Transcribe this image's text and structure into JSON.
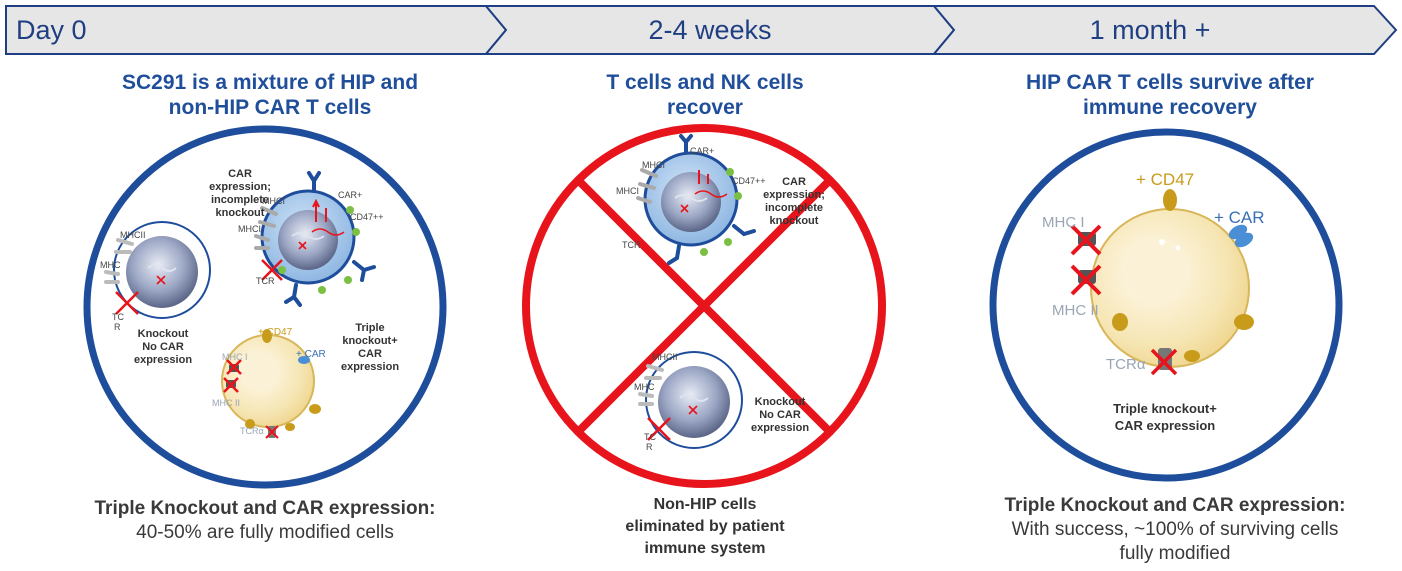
{
  "phases": [
    {
      "label": "Day 0"
    },
    {
      "label": "2-4 weeks"
    },
    {
      "label": "1 month +"
    }
  ],
  "panel1": {
    "title_line1": "SC291 is a mixture of HIP and",
    "title_line2": "non-HIP CAR T cells",
    "cell_car": {
      "l1": "CAR",
      "l2": "expression;",
      "l3": "incomplete",
      "l4": "knockout",
      "car": "CAR+",
      "cd47": "CD47++",
      "mhci": "MHCI",
      "mhcii": "MHCI",
      "tcr": "TCR"
    },
    "cell_ko": {
      "l1": "Knockout",
      "l2": "No CAR",
      "l3": "expression",
      "mhcii": "MHCII",
      "mhc": "MHC",
      "tc": "TC",
      "r": "R"
    },
    "cell_hip": {
      "l1": "Triple",
      "l2": "knockout+",
      "l3": "CAR",
      "l4": "expression",
      "cd47": "+ CD47",
      "car": "+ CAR",
      "mhci": "MHC I",
      "mhcii": "MHC II",
      "tcr": "TCRα"
    },
    "bottom_bold": "Triple Knockout and CAR expression:",
    "bottom": "40-50% are fully modified cells"
  },
  "panel2": {
    "title_line1": "T cells and NK cells",
    "title_line2": "recover",
    "cell_car": {
      "l1": "CAR",
      "l2": "expression;",
      "l3": "incomplete",
      "l4": "knockout",
      "car": "CAR+",
      "cd47": "CD47++",
      "mhci": "MHCI",
      "mhcii": "MHCI",
      "tcr": "TCR"
    },
    "cell_ko": {
      "l1": "Knockout",
      "l2": "No CAR",
      "l3": "expression",
      "mhcii": "MHCII",
      "mhc": "MHC",
      "tc": "TC",
      "r": "R"
    },
    "bottom_l1": "Non-HIP cells",
    "bottom_l2": "eliminated by patient",
    "bottom_l3": "immune system"
  },
  "panel3": {
    "title_line1": "HIP CAR T cells survive after",
    "title_line2": "immune recovery",
    "cd47": "+ CD47",
    "car": "+ CAR",
    "mhci": "MHC I",
    "mhcii": "MHC II",
    "tcr": "TCRα",
    "cell_l1": "Triple knockout+",
    "cell_l2": "CAR expression",
    "bottom_bold": "Triple Knockout and CAR expression:",
    "bottom_l1": "With success, ~100% of surviving cells",
    "bottom_l2": "fully modified"
  },
  "colors": {
    "arrow_fill": "#e6e6e6",
    "arrow_stroke": "#1f3f82",
    "circle_blue": "#1e4d9b",
    "no_sign_red": "#e8141b",
    "hip_cell": "#f5e4b0",
    "tcell_blue": "#1e4d9b"
  }
}
